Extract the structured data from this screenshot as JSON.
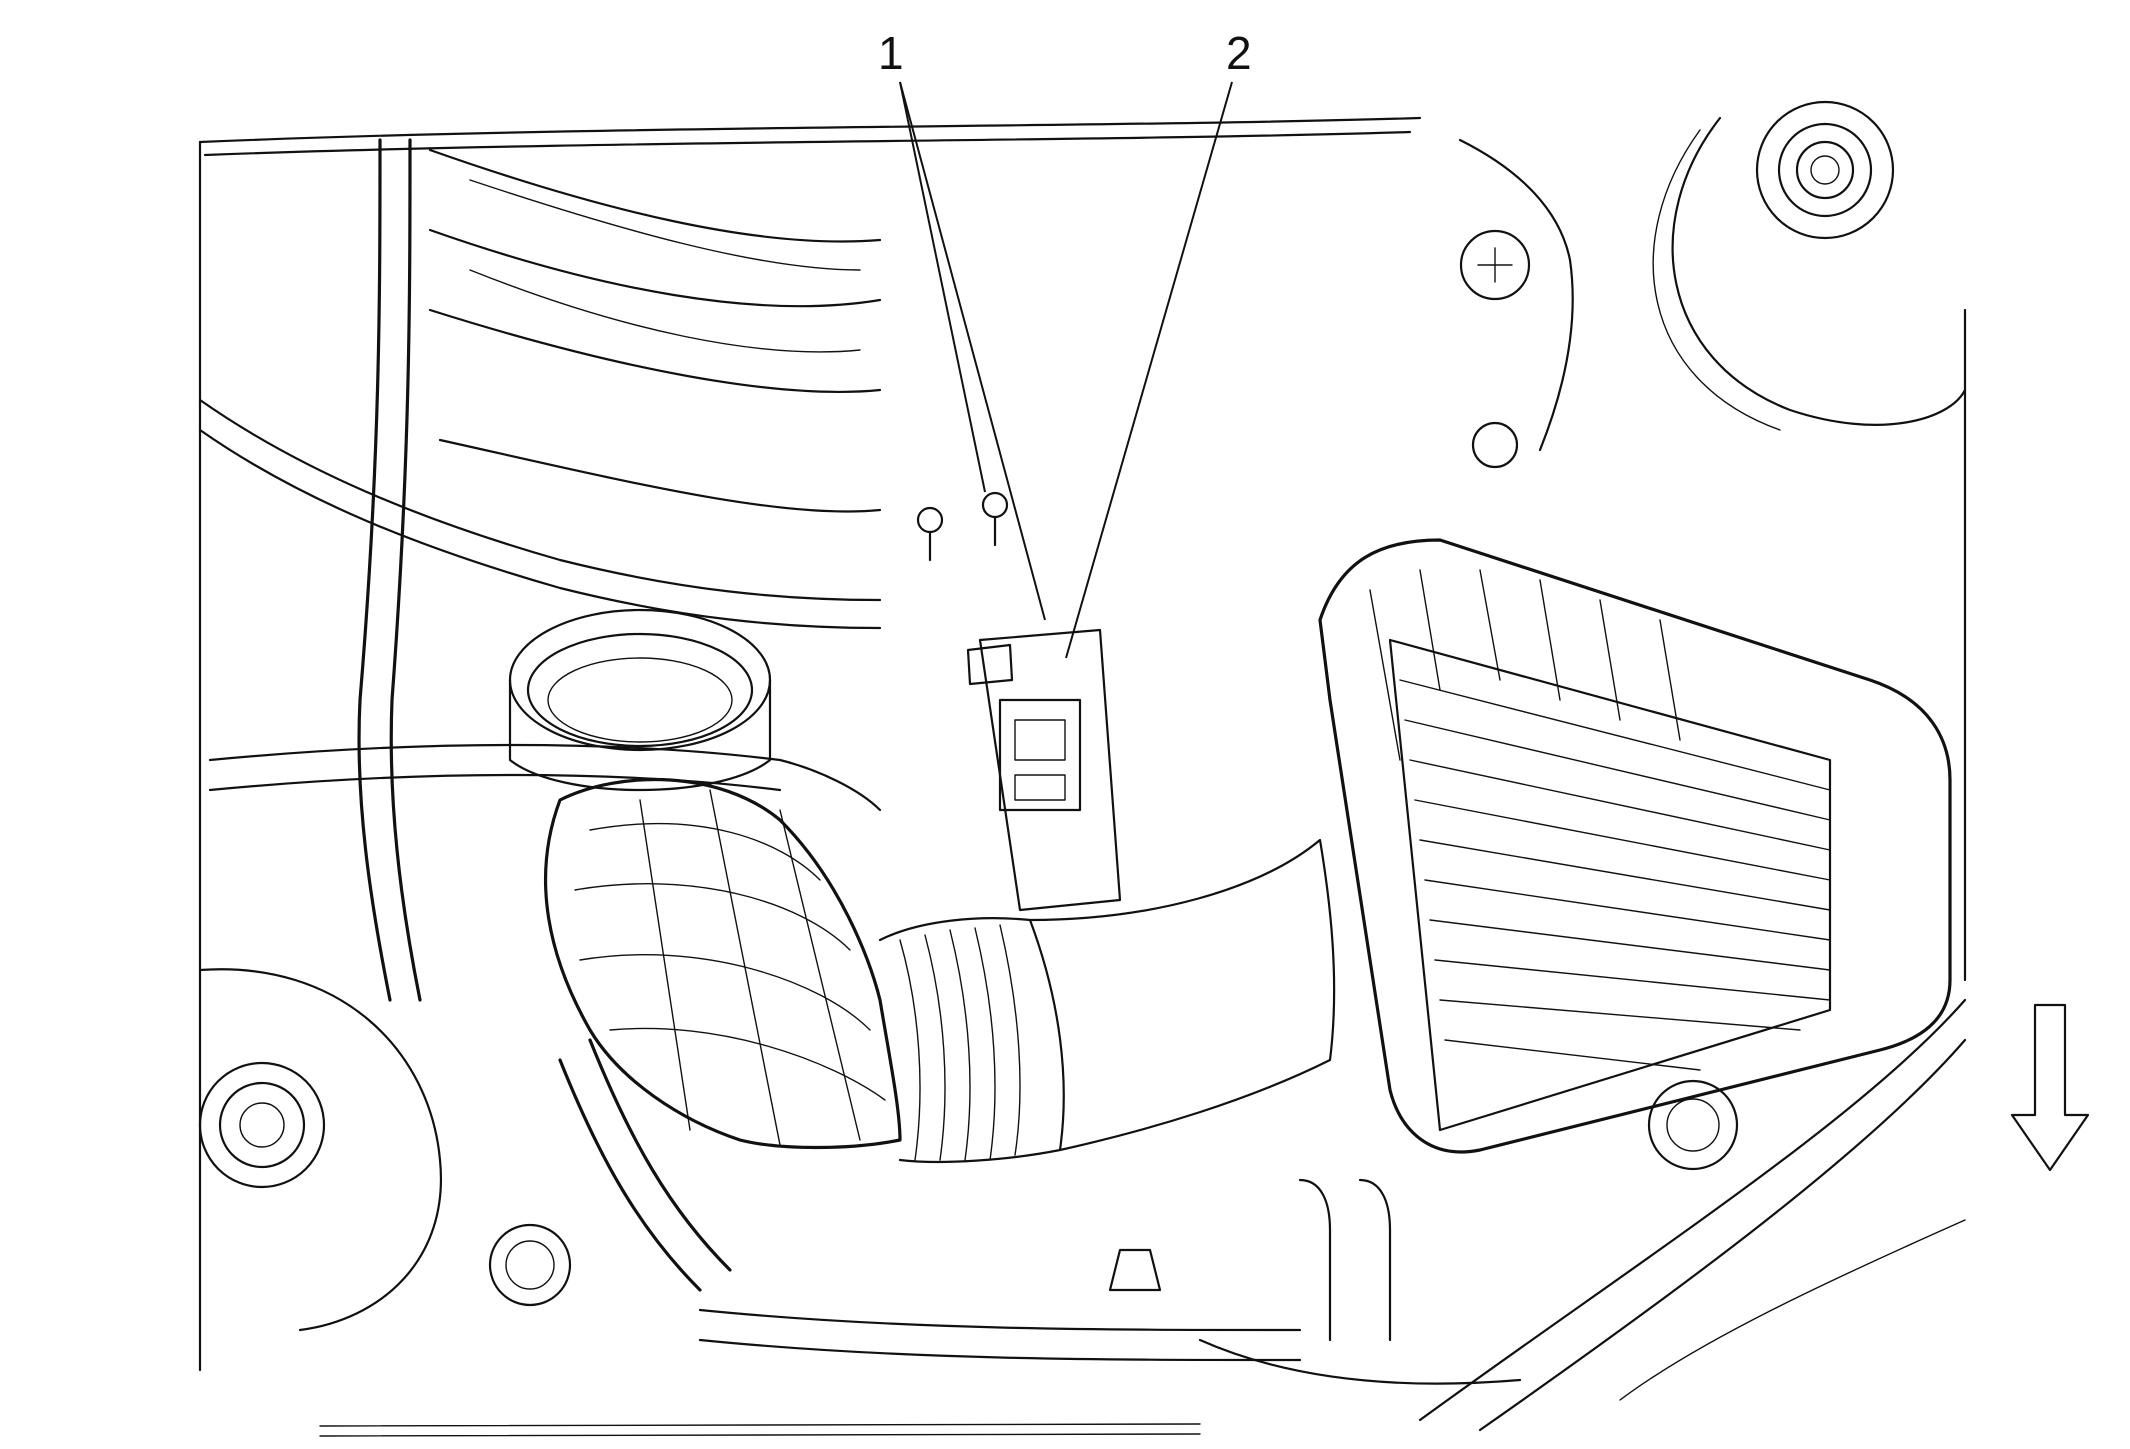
{
  "callouts": [
    {
      "id": "1",
      "label": "1"
    },
    {
      "id": "2",
      "label": "2"
    }
  ],
  "direction_arrow": {
    "icon": "down-arrow-icon",
    "meaning": "vehicle front"
  },
  "colors": {
    "line": "#111111",
    "background": "#ffffff"
  }
}
